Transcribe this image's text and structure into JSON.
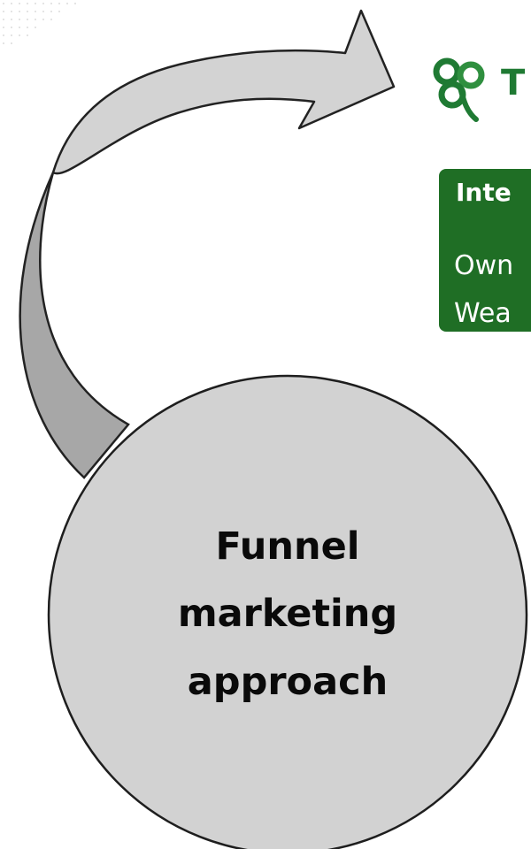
{
  "circle": {
    "lines": [
      "Funnel",
      "marketing",
      "approach"
    ],
    "fill_color": "#d2d2d2",
    "stroke_color": "#1e1e1e"
  },
  "arrow": {
    "fill_color": "#d3d3d3",
    "underside_color": "#a7a7a7",
    "stroke_color": "#222222"
  },
  "brand": {
    "icon": "shamrock-icon",
    "visible_text": "T",
    "color": "#1f7a33"
  },
  "info_box": {
    "title": "Inte",
    "lines": [
      "Own",
      "Wea"
    ],
    "background_color": "#1f6e25"
  }
}
